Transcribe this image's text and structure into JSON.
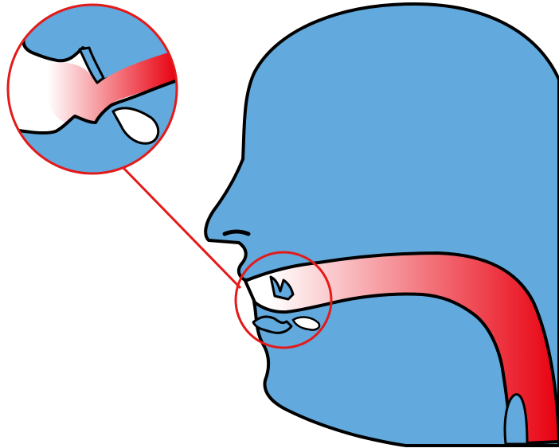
{
  "colors": {
    "background": "#ffffff",
    "head_fill": "#62a9dd",
    "outline": "#000000",
    "airflow_light": "#ffffff",
    "airflow_dark": "#e8000f",
    "magnifier_ring": "#e31a1a",
    "teeth": "#ffffff"
  },
  "parts": {
    "head": "head-silhouette",
    "airflow": "vocal-tract-airflow",
    "magnifier": "magnified-inset",
    "focus": "mouth-focus-circle",
    "connector": "callout-line"
  }
}
